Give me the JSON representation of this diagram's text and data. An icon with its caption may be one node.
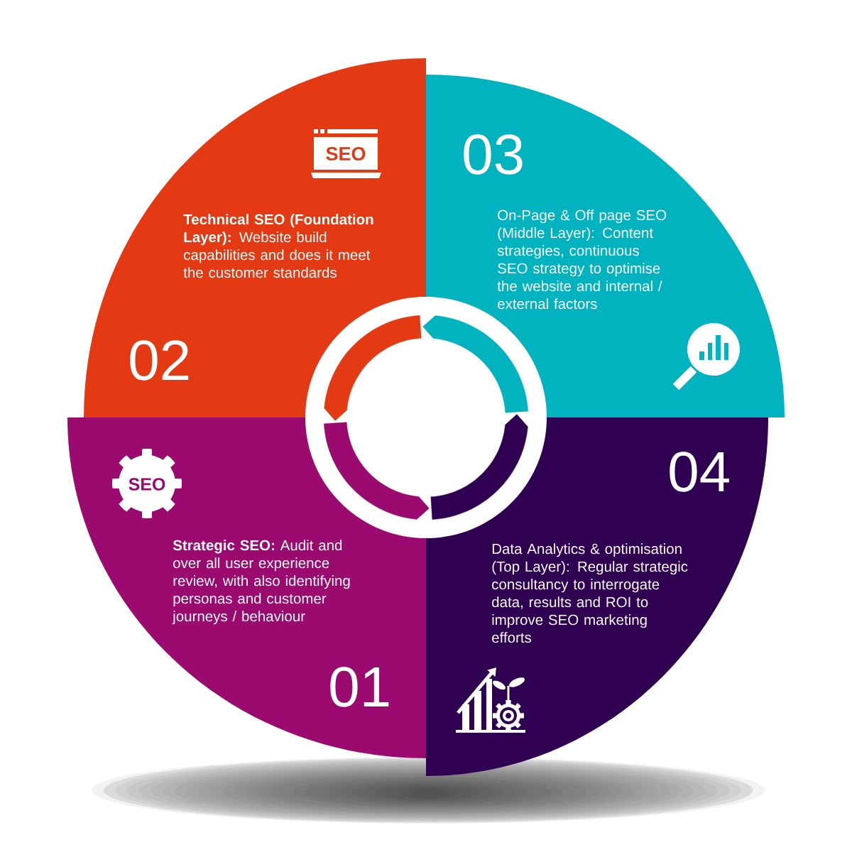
{
  "diagram": {
    "nodes": [
      {
        "text": [
          "**Strategic SEO:** Audit and over all user experience review, with also identifying personas and customer journeys / behaviour",
          "01"
        ]
      },
      {
        "text": [
          "**Technical SEO (Foundation Layer):** Website build capabilities and does it meet the customer standards",
          "02"
        ]
      },
      {
        "text": [
          "03",
          "On-Page & Off page SEO (Middle Layer): Content strategies, continuous SEO strategy to optimise the website and internal / external factors"
        ]
      },
      {
        "text": [
          "04",
          "Data Analytics & optimisation (Top Layer): Regular strategic consultancy to interrogate data, results and ROI to improve SEO marketing efforts"
        ]
      }
    ],
    "edges": [
      {
        "from": 2,
        "to": 1,
        "arrow": "to",
        "color": "#00b3be"
      },
      {
        "from": 1,
        "to": 0,
        "arrow": "to",
        "color": "#e43a13"
      },
      {
        "from": 0,
        "to": 3,
        "arrow": "to",
        "color": "#9a0a6f"
      },
      {
        "from": 3,
        "to": 2,
        "arrow": "to",
        "color": "#2f0052"
      }
    ],
    "labels": [
      "SEO",
      "SEO"
    ]
  }
}
